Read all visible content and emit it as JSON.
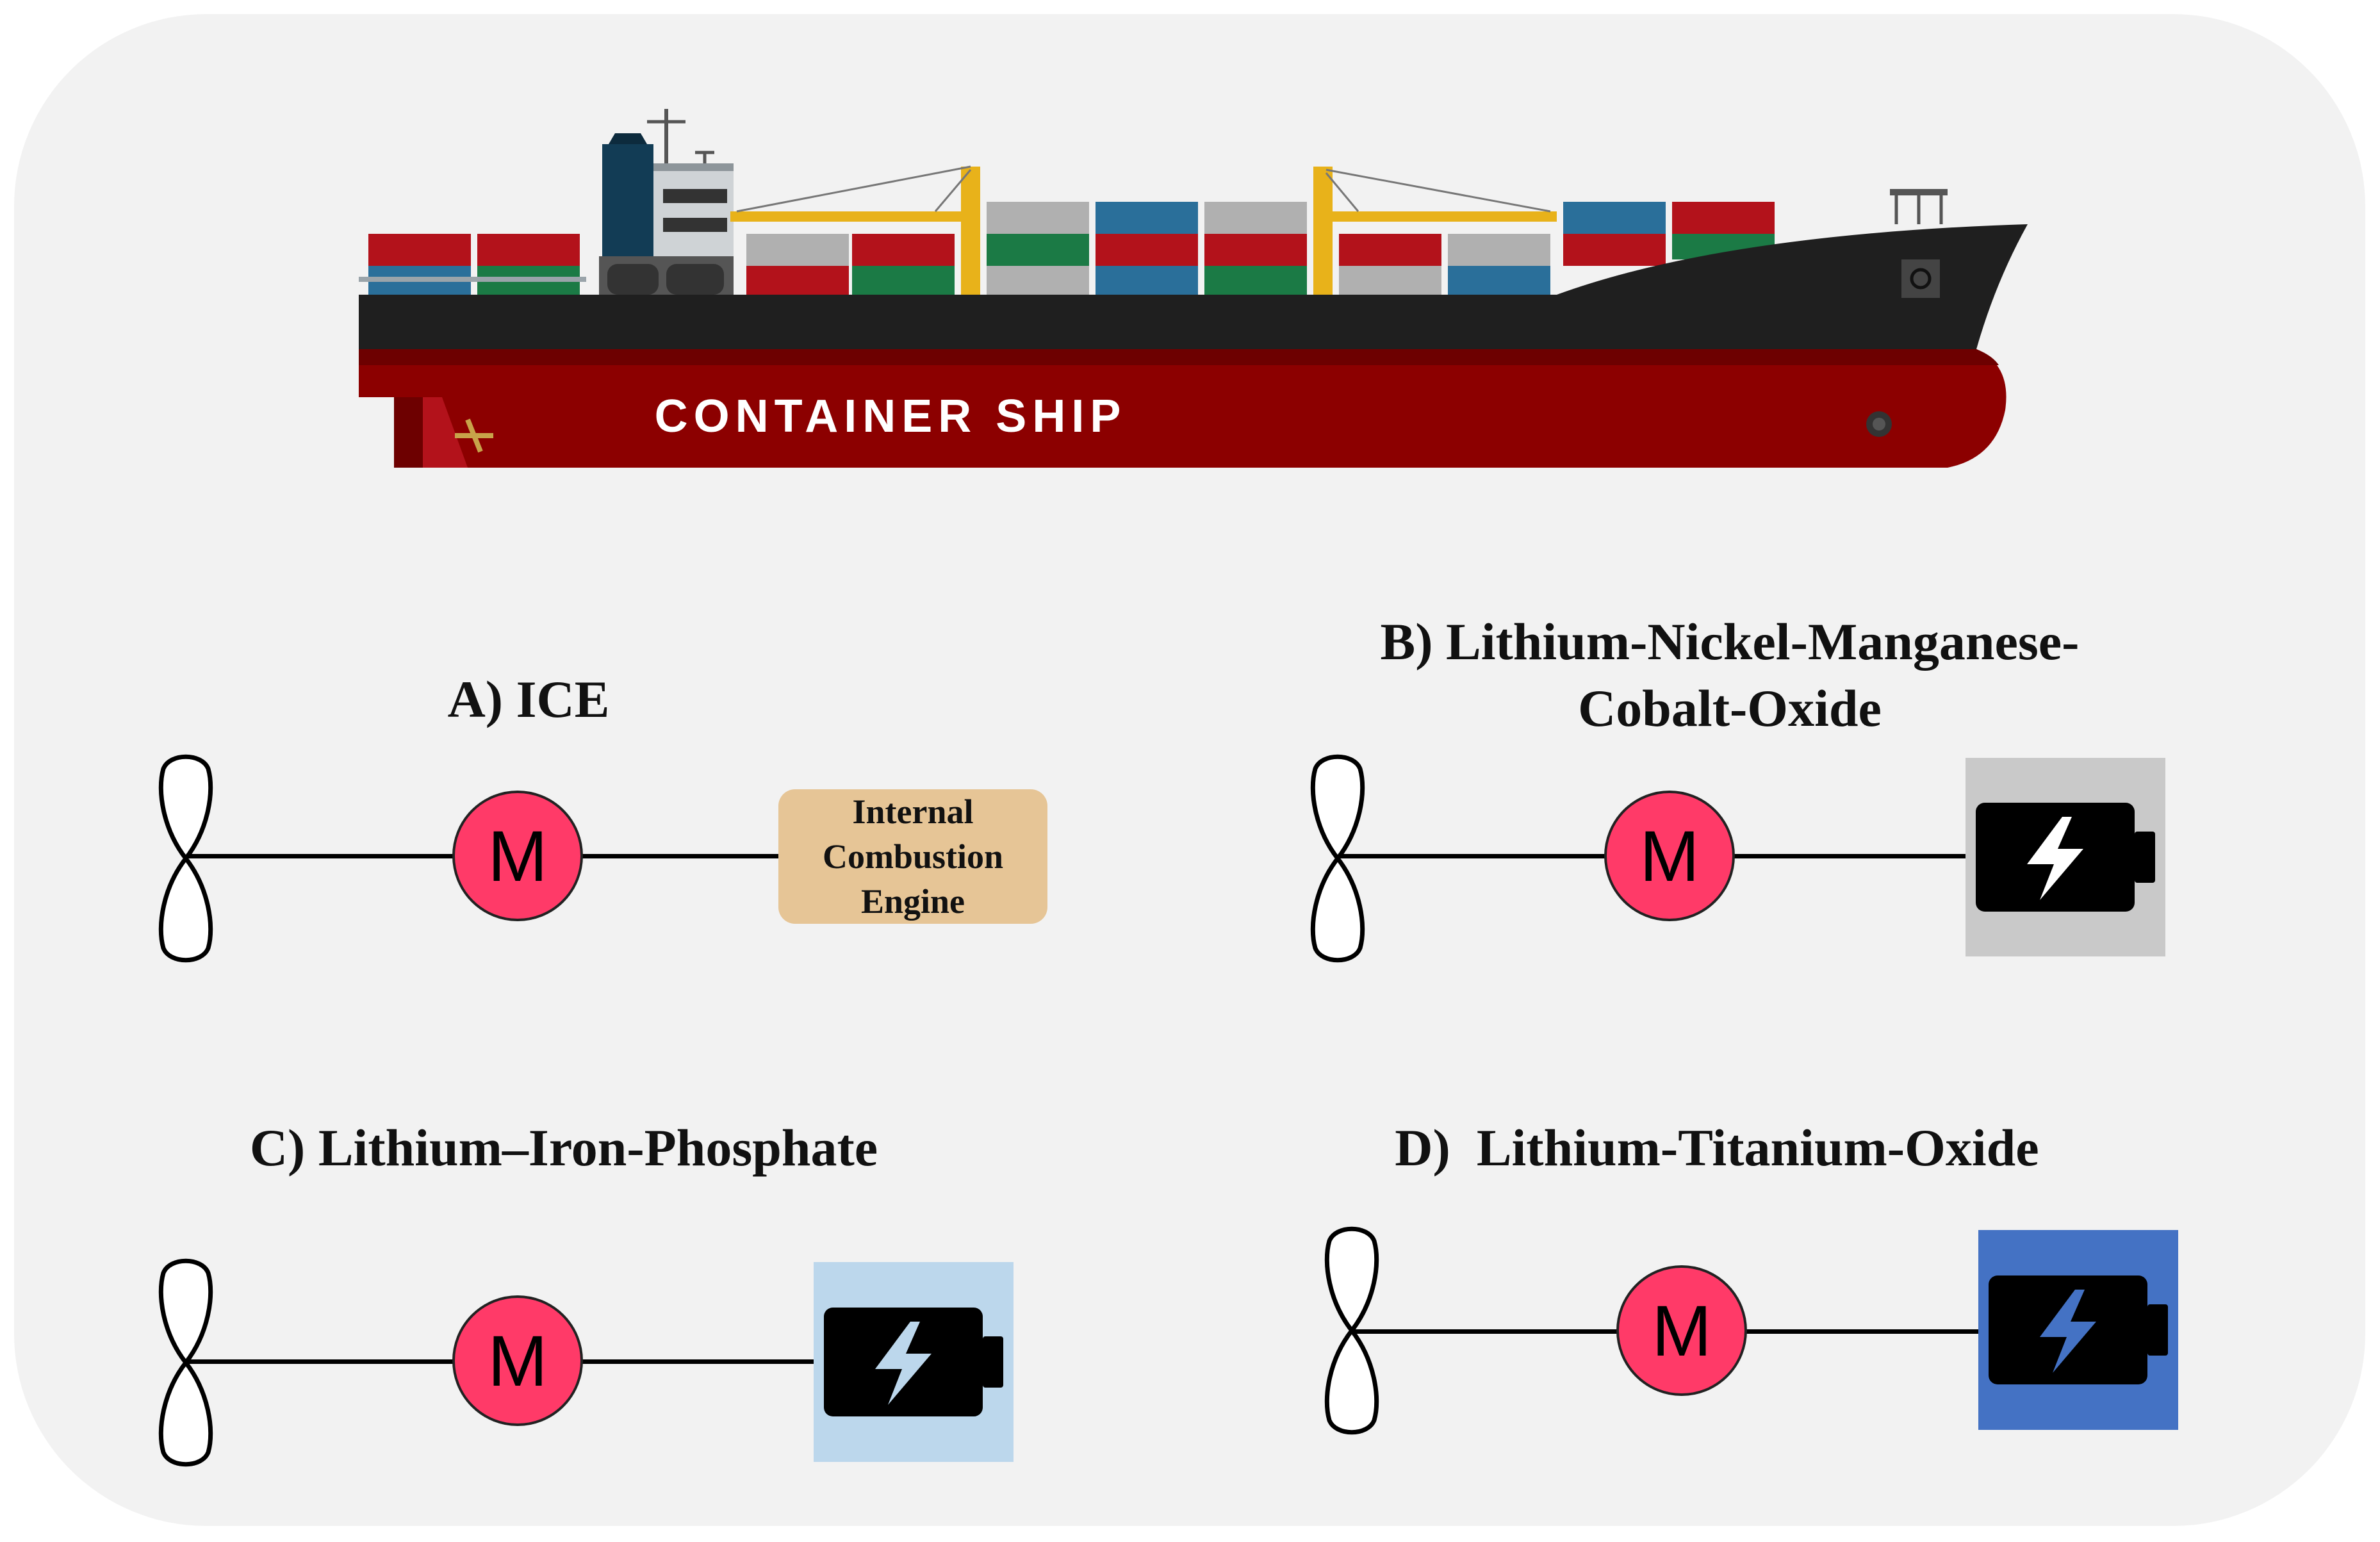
{
  "ship": {
    "label": "CONTAINER SHIP",
    "hull_color": "#8c0000",
    "deck_color": "#1f1f1f"
  },
  "panels": {
    "a": {
      "title": "A) ICE",
      "source": {
        "type": "engine",
        "line1": "Internal",
        "line2": "Combustion",
        "line3": "Engine",
        "color": "#e6c596"
      }
    },
    "b": {
      "title_line1": "B) Lithium-Nickel-Manganese-",
      "title_line2": "Cobalt-Oxide",
      "source": {
        "type": "battery",
        "icon": "battery-charging-icon",
        "bg_color": "#c9c9c9",
        "bolt_color": "#ffffff"
      }
    },
    "c": {
      "title": "C) Lithium–Iron-Phosphate",
      "source": {
        "type": "battery",
        "icon": "battery-charging-icon",
        "bg_color": "#bcd7ec",
        "bolt_color": "#bcd7ec"
      }
    },
    "d": {
      "title": "D)  Lithium-Titanium-Oxide",
      "source": {
        "type": "battery",
        "icon": "battery-charging-icon",
        "bg_color": "#4472c4",
        "bolt_color": "#4472c4"
      }
    }
  },
  "motor": {
    "label": "M",
    "color": "#ff3a68"
  }
}
